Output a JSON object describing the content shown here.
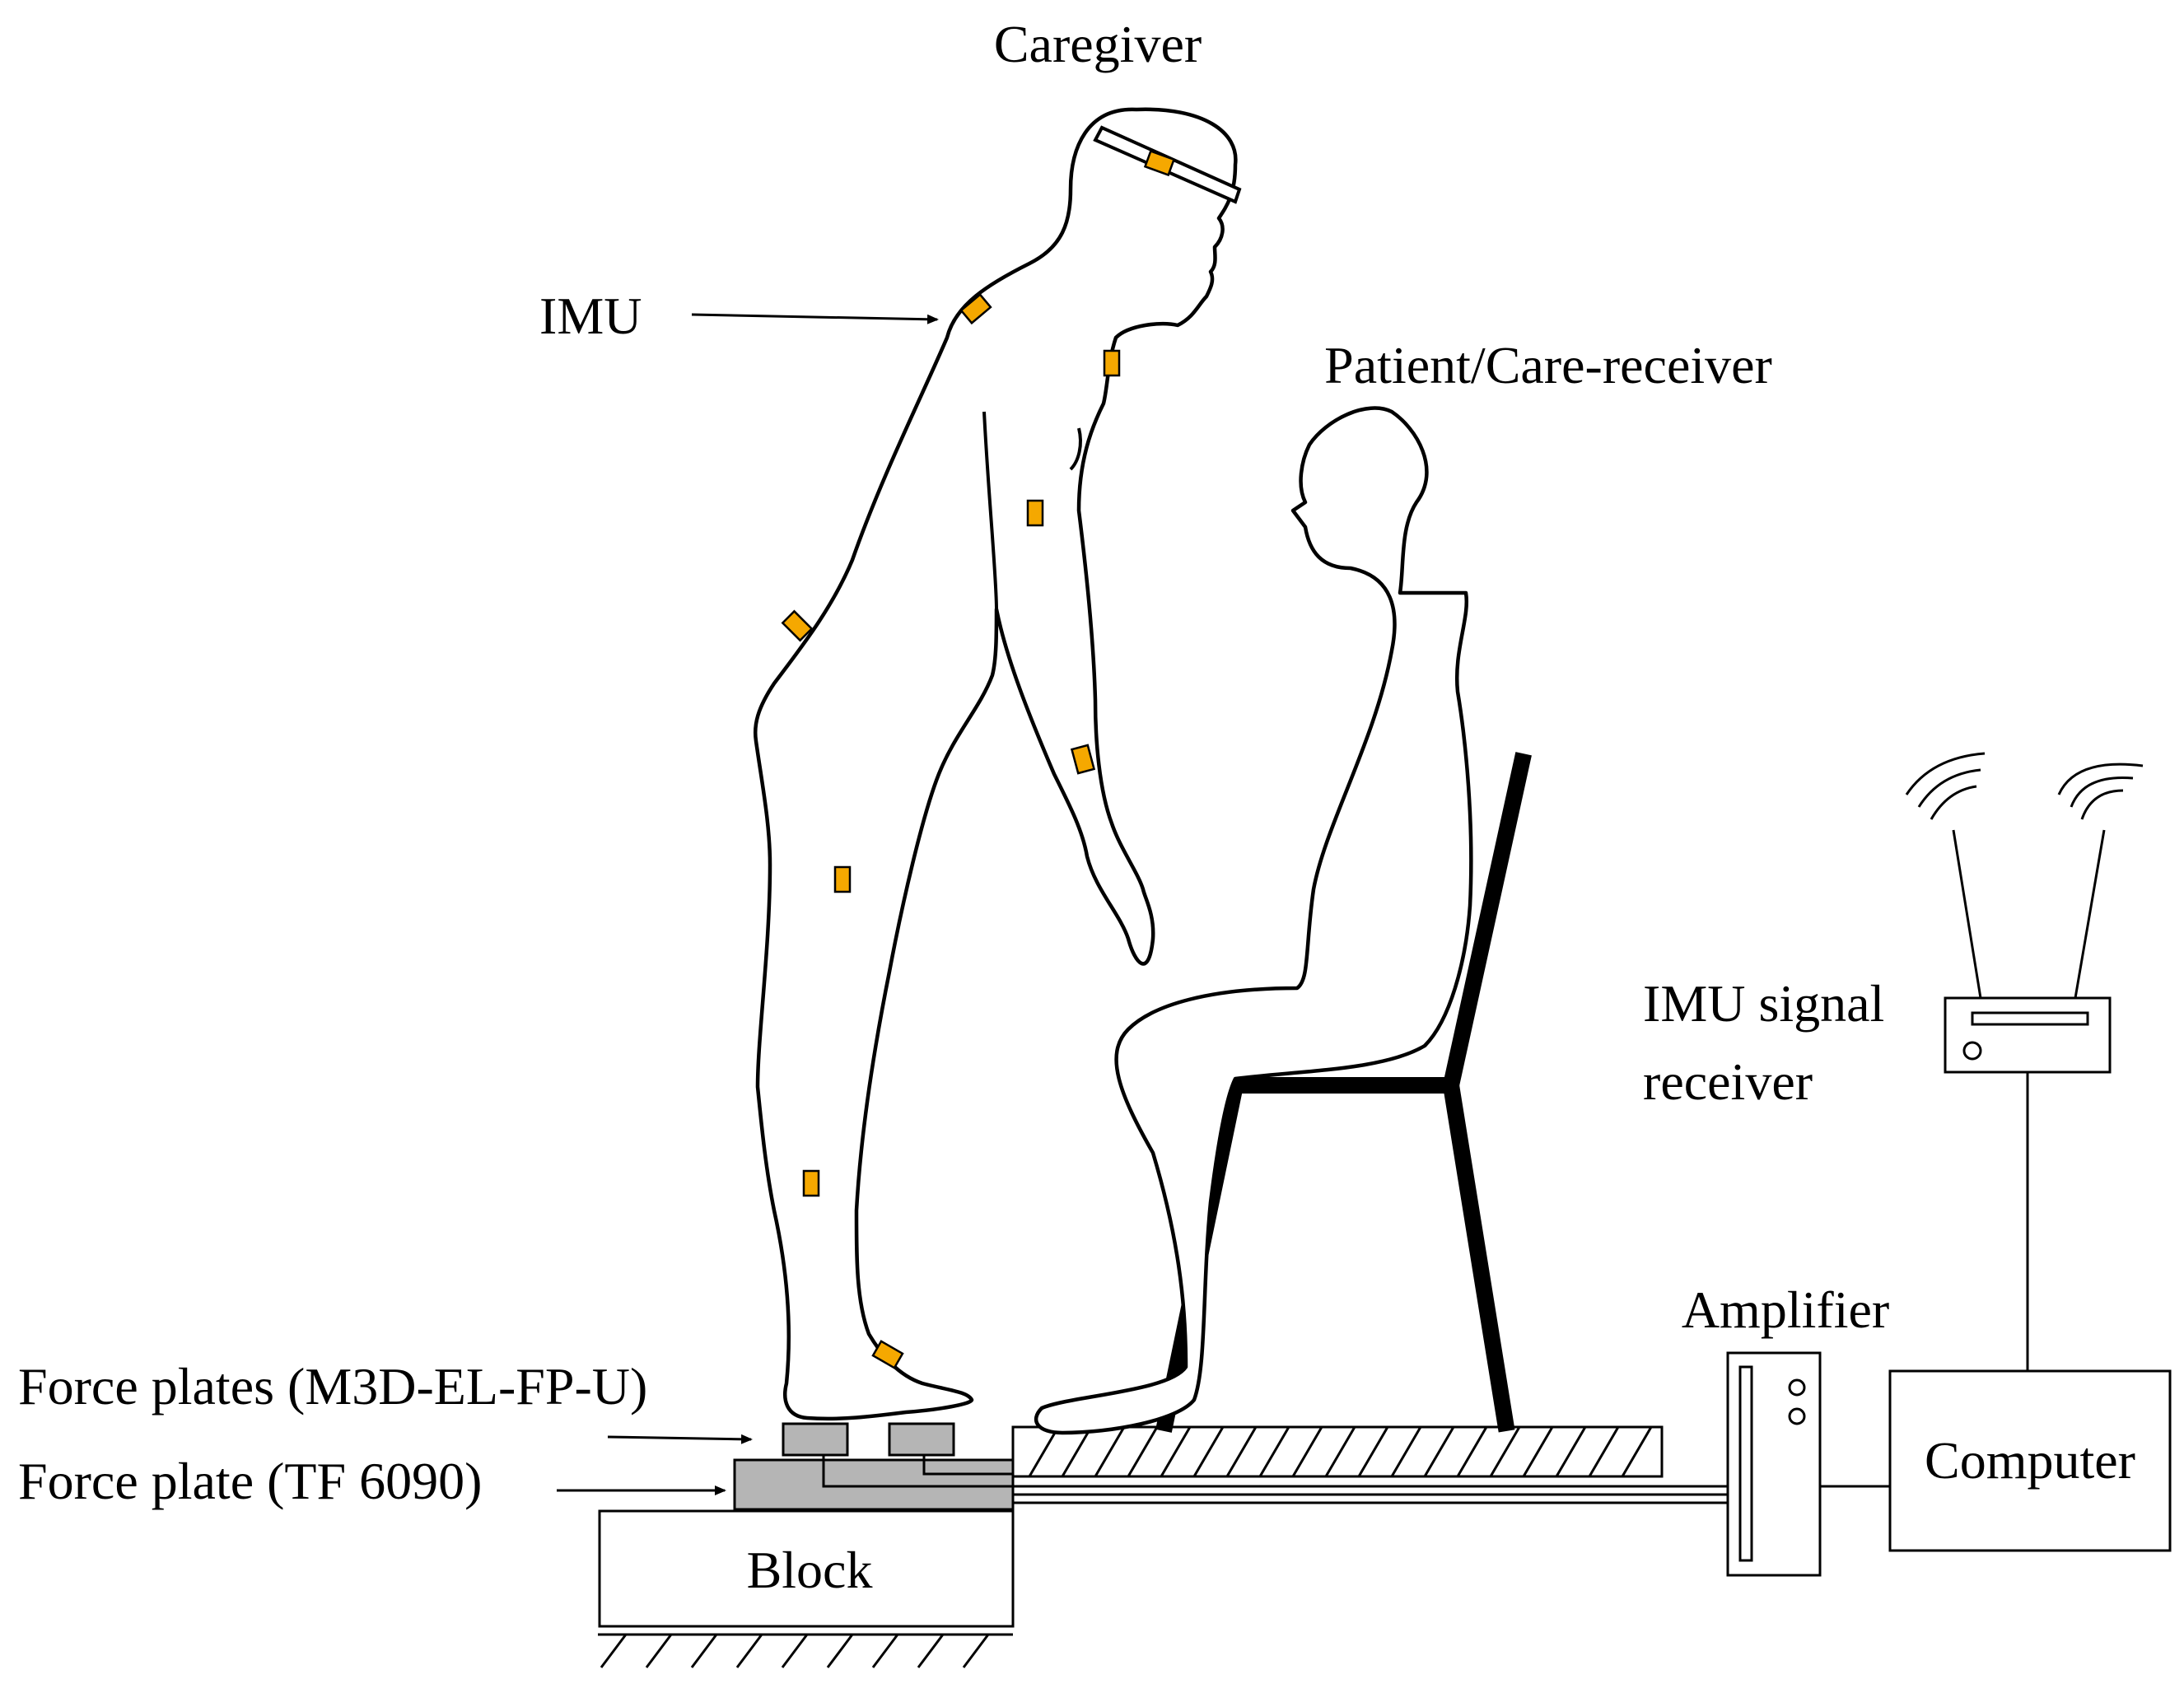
{
  "labels": {
    "caregiver": "Caregiver",
    "patient": "Patient/Care-receiver",
    "imu": "IMU",
    "imu_receiver_line1": "IMU signal",
    "imu_receiver_line2": "receiver",
    "amplifier": "Amplifier",
    "computer": "Computer",
    "force_plates": "Force plates (M3D-EL-FP-U)",
    "force_plate": "Force plate (TF 6090)",
    "block": "Block"
  },
  "colors": {
    "imu_sensor": "#F5A800",
    "force_plate_fill": "#B5B5B5",
    "line": "#000000",
    "background": "#FFFFFF"
  },
  "icons": {
    "receiver": "wireless-router-icon",
    "amplifier": "amplifier-box-icon",
    "computer": "computer-box-icon"
  }
}
